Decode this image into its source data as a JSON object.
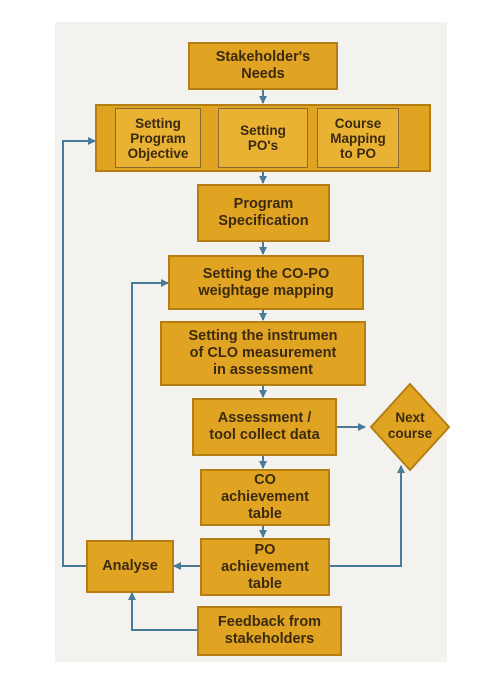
{
  "flowchart": {
    "stakeholders_needs": "Stakeholder's\nNeeds",
    "setting_program_objective": "Setting\nProgram\nObjective",
    "setting_pos": "Setting\nPO's",
    "course_mapping": "Course\nMapping\nto PO",
    "program_specification": "Program\nSpecification",
    "co_po_mapping": "Setting the CO-PO\nweightage mapping",
    "clo_instrument": "Setting the instrumen\nof CLO measurement\nin assessment",
    "assessment": "Assessment /\ntool collect data",
    "next_course": "Next\ncourse",
    "co_achievement": "CO\nachievement\ntable",
    "po_achievement": "PO\nachievement\ntable",
    "analyse": "Analyse",
    "feedback": "Feedback from\nstakeholders"
  },
  "colors": {
    "box_fill": "#e0a422",
    "box_border": "#b57e12",
    "arrow": "#4a7a9a",
    "text": "#3b2a10"
  }
}
